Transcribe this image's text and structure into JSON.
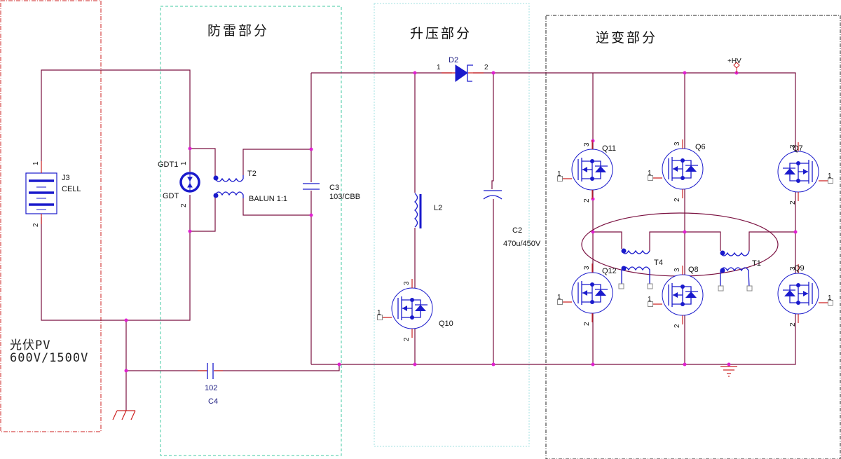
{
  "sections": {
    "pv": {
      "label_line1": "光伏PV",
      "label_line2": "600V/1500V",
      "border_color": "#cc2020"
    },
    "lightning": {
      "title": "防雷部分",
      "border_color": "#40c8a0"
    },
    "boost": {
      "title": "升压部分",
      "border_color": "#a0e0e0"
    },
    "inverter": {
      "title": "逆变部分",
      "border_color": "#222222"
    }
  },
  "components": {
    "J3": {
      "ref": "J3",
      "value": "CELL",
      "pin1": "1",
      "pin2": "2"
    },
    "GDT1": {
      "ref": "GDT1",
      "value": "GDT",
      "pin1": "1",
      "pin2": "2"
    },
    "T2": {
      "ref": "T2",
      "value": "BALUN 1:1"
    },
    "C3": {
      "ref": "C3",
      "value": "103/CBB"
    },
    "C4": {
      "ref": "C4",
      "value": "102"
    },
    "D2": {
      "ref": "D2",
      "pin1": "1",
      "pin2": "2"
    },
    "L2": {
      "ref": "L2"
    },
    "C2": {
      "ref": "C2",
      "value": "470u/450V"
    },
    "Q10": {
      "ref": "Q10",
      "gate": "1",
      "drain": "3",
      "source": "2"
    },
    "Q11": {
      "ref": "Q11",
      "gate": "1",
      "drain": "3",
      "source": "2"
    },
    "Q6": {
      "ref": "Q6",
      "gate": "1",
      "drain": "3",
      "source": "2"
    },
    "Q7": {
      "ref": "Q7",
      "gate": "1",
      "drain": "3",
      "source": "2"
    },
    "Q12": {
      "ref": "Q12",
      "gate": "1",
      "drain": "3",
      "source": "2"
    },
    "Q8": {
      "ref": "Q8",
      "gate": "1",
      "drain": "3",
      "source": "2"
    },
    "Q9": {
      "ref": "Q9",
      "gate": "1",
      "drain": "3",
      "source": "2"
    },
    "T4": {
      "ref": "T4"
    },
    "T1": {
      "ref": "T1"
    },
    "HV": {
      "label": "+HV"
    }
  },
  "colors": {
    "wire": "#7a1040",
    "symbol": "#1a1acc",
    "junction": "#e020d0",
    "pin_stub": "#cc2020"
  }
}
